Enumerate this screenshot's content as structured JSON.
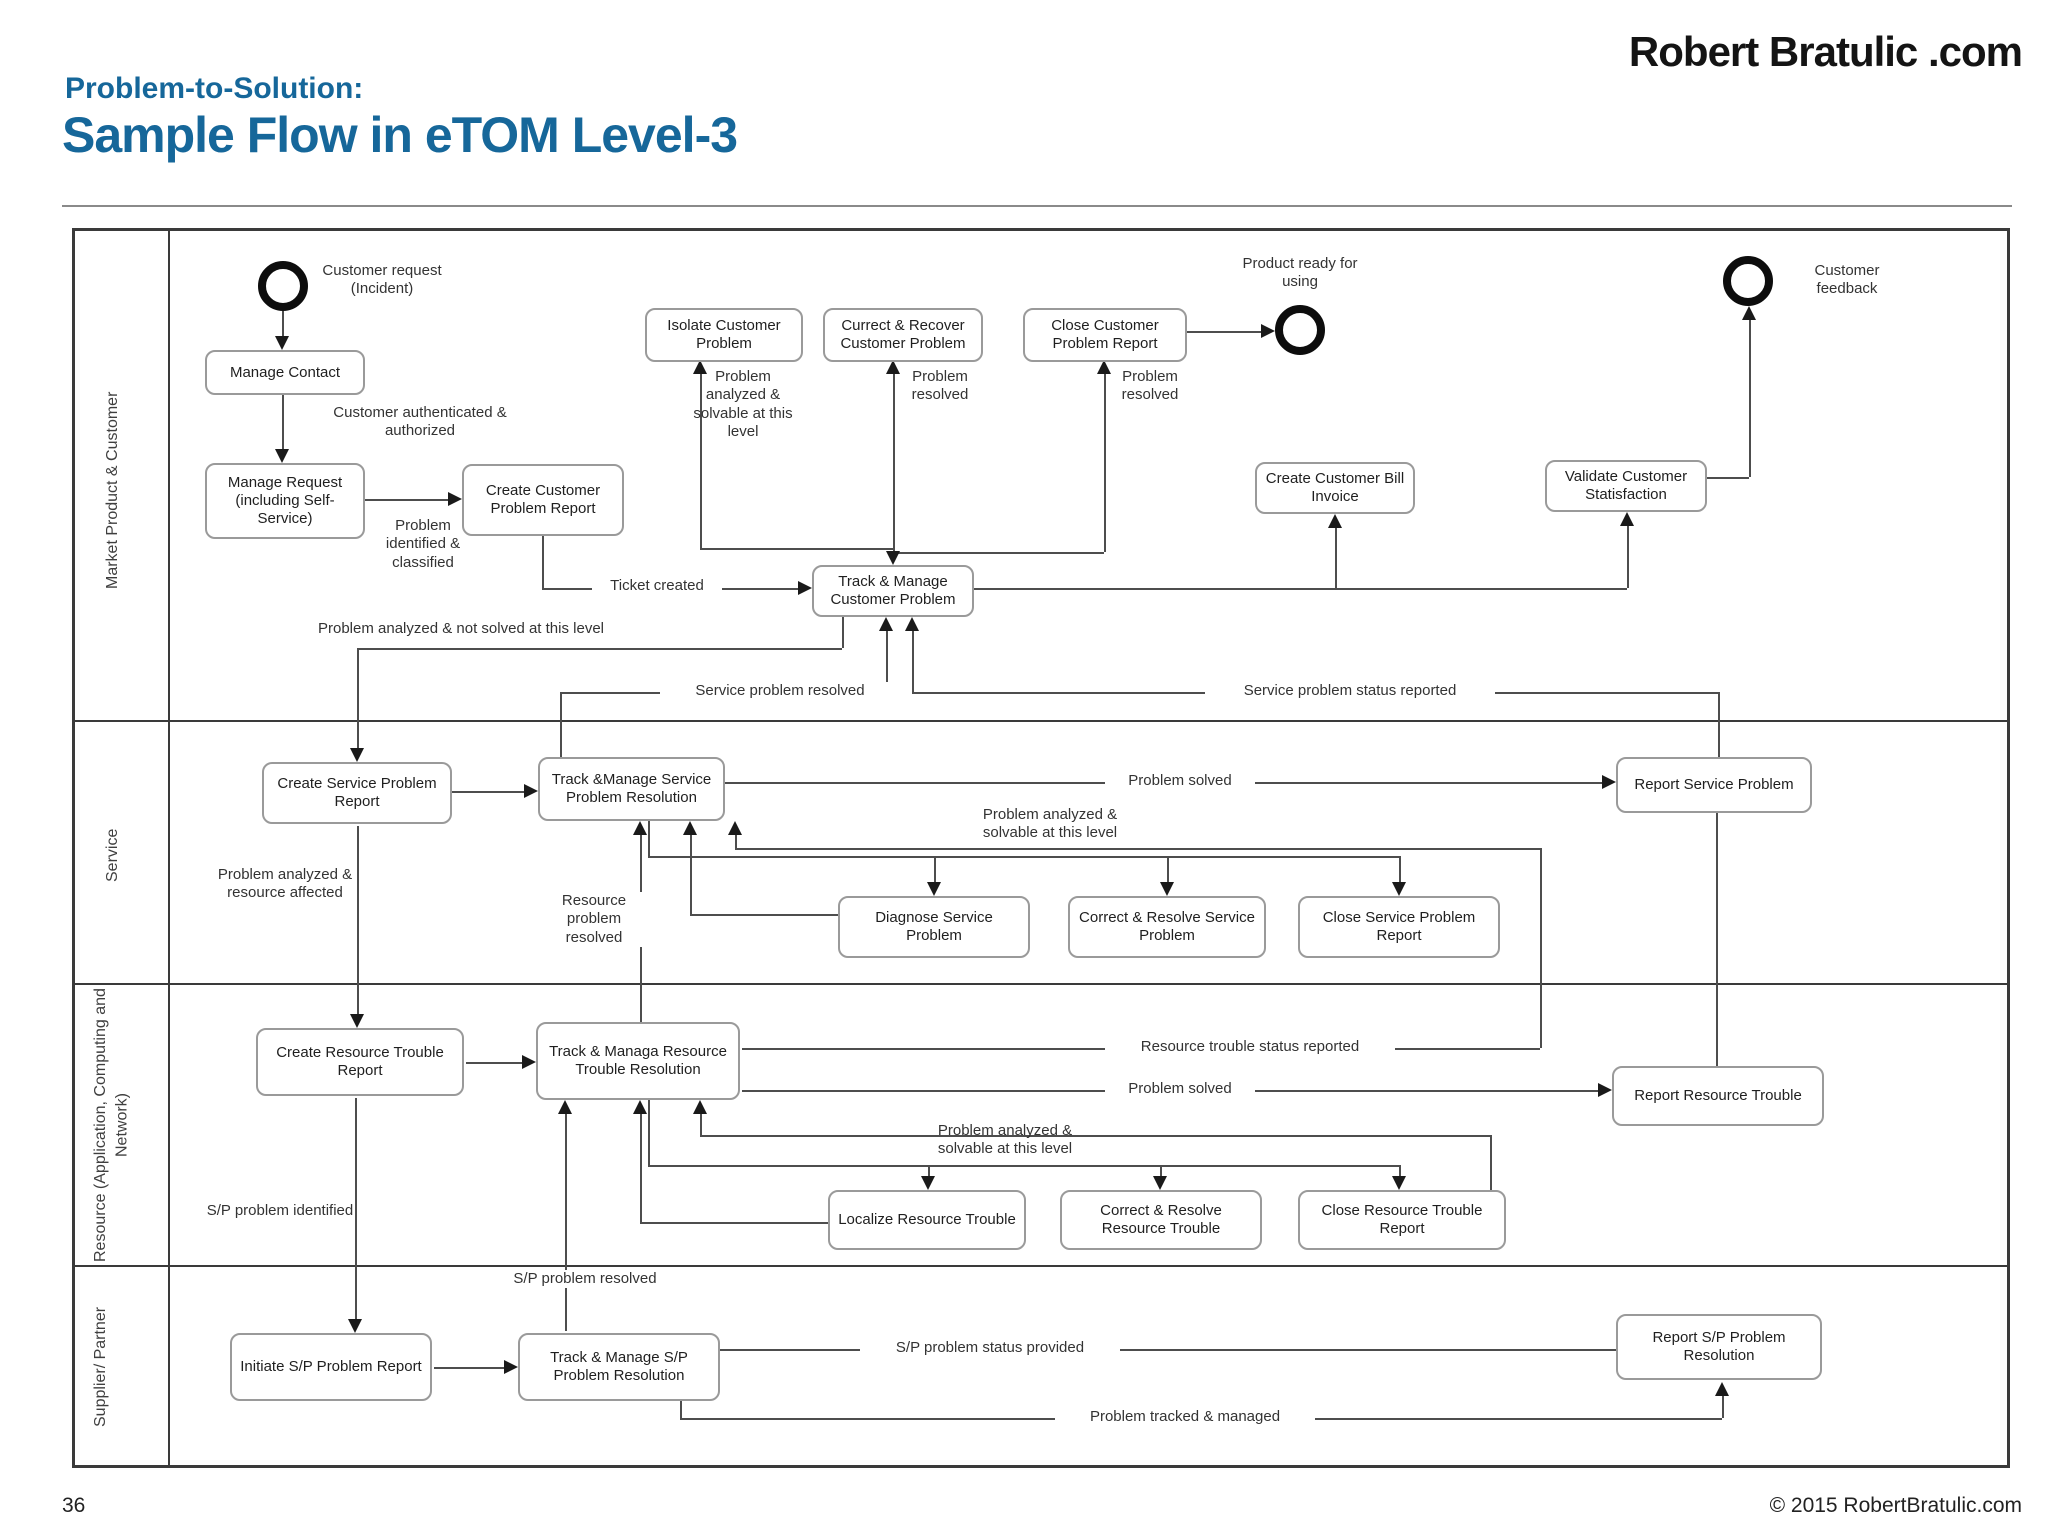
{
  "header": {
    "pretitle": "Problem-to-Solution:",
    "title": "Sample Flow in eTOM Level-3",
    "logo": "Robert Bratulic .com"
  },
  "footer": {
    "page_number": "36",
    "copyright": "© 2015 RobertBratulic.com"
  },
  "colors": {
    "title_accent": "#16679a",
    "connector": "#4d4d4d",
    "box_border": "#9a9a9a"
  },
  "diagram": {
    "lanes": [
      {
        "label": "Market Product & Customer"
      },
      {
        "label": "Service"
      },
      {
        "label": "Resource (Application, Computing and Network)"
      },
      {
        "label": "Supplier/ Partner"
      }
    ],
    "events": {
      "customer_request": "Customer request (Incident)",
      "product_ready": "Product ready for using",
      "customer_feedback": "Customer feedback"
    },
    "nodes": {
      "manage_contact": "Manage Contact",
      "manage_request": "Manage Request (including Self-Service)",
      "create_customer_problem_report": "Create Customer Problem Report",
      "isolate_customer_problem": "Isolate Customer Problem",
      "correct_recover_customer_problem": "Currect & Recover Customer Problem",
      "close_customer_problem_report": "Close Customer Problem Report",
      "track_manage_customer_problem": "Track & Manage Customer Problem",
      "create_customer_bill_invoice": "Create Customer Bill Invoice",
      "validate_customer_satisfaction": "Validate Customer Statisfaction",
      "create_service_problem_report": "Create Service Problem Report",
      "track_manage_service_problem_resolution": "Track &Manage Service Problem Resolution",
      "report_service_problem": "Report Service Problem",
      "diagnose_service_problem": "Diagnose Service Problem",
      "correct_resolve_service_problem": "Correct & Resolve Service Problem",
      "close_service_problem_report": "Close Service Problem Report",
      "create_resource_trouble_report": "Create Resource Trouble Report",
      "track_manage_resource_trouble_resolution": "Track & Managa Resource Trouble Resolution",
      "report_resource_trouble": "Report Resource Trouble",
      "localize_resource_trouble": "Localize Resource Trouble",
      "correct_resolve_resource_trouble": "Correct & Resolve Resource Trouble",
      "close_resource_trouble_report": "Close Resource Trouble Report",
      "initiate_sp_problem_report": "Initiate S/P Problem Report",
      "track_manage_sp_problem_resolution": "Track & Manage S/P Problem Resolution",
      "report_sp_problem_resolution": "Report S/P Problem Resolution"
    },
    "flows": {
      "customer_authenticated": "Customer authenticated & authorized",
      "problem_identified": "Problem identified & classified",
      "ticket_created": "Ticket created",
      "problem_analyzed_solvable_l1": "Problem analyzed & solvable at this level",
      "problem_resolved_1": "Problem resolved",
      "problem_resolved_2": "Problem resolved",
      "problem_analyzed_not_solved": "Problem analyzed & not solved at this level",
      "service_problem_resolved": "Service problem resolved",
      "service_problem_status_reported": "Service problem status reported",
      "problem_solved_service": "Problem solved",
      "problem_analyzed_solvable_service": "Problem analyzed & solvable at this level",
      "problem_analyzed_resource_affected": "Problem analyzed & resource affected",
      "resource_problem_resolved": "Resource problem resolved",
      "resource_trouble_status_reported": "Resource trouble status reported",
      "problem_solved_resource": "Problem solved",
      "problem_analyzed_solvable_resource": "Problem analyzed & solvable at this level",
      "sp_problem_identified": "S/P problem identified",
      "sp_problem_resolved": "S/P problem resolved",
      "sp_problem_status_provided": "S/P problem status provided",
      "problem_tracked_managed": "Problem tracked & managed"
    }
  }
}
